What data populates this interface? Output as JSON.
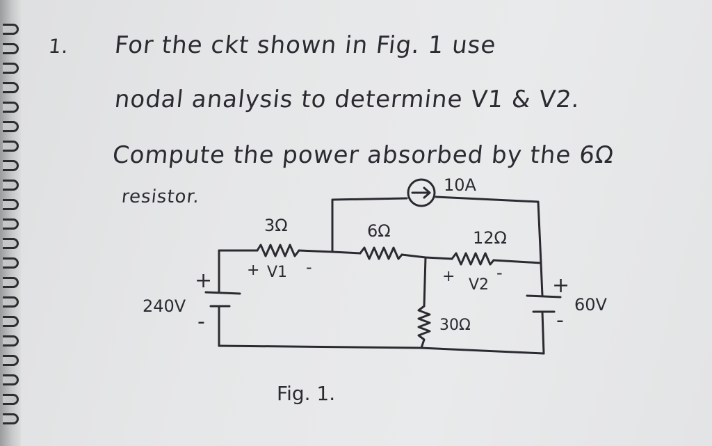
{
  "question": {
    "number": "1.",
    "lines": [
      "For the ckt shown in Fig. 1 use",
      "nodal analysis to determine V1 & V2.",
      "Compute the power absorbed by the 6Ω",
      "resistor."
    ]
  },
  "figure": {
    "caption": "Fig. 1.",
    "current_source": "10A",
    "resistor_3": "3Ω",
    "resistor_6": "6Ω",
    "resistor_12": "12Ω",
    "resistor_30": "30Ω",
    "source_left": "240V",
    "source_right": "60V",
    "v1_plus": "+",
    "v1_label": "V1",
    "v1_minus": "-",
    "v2_plus": "+",
    "v2_label": "V2",
    "v2_minus": "-",
    "left_plus": "+",
    "left_minus": "-",
    "right_plus": "+",
    "right_minus": "-"
  }
}
